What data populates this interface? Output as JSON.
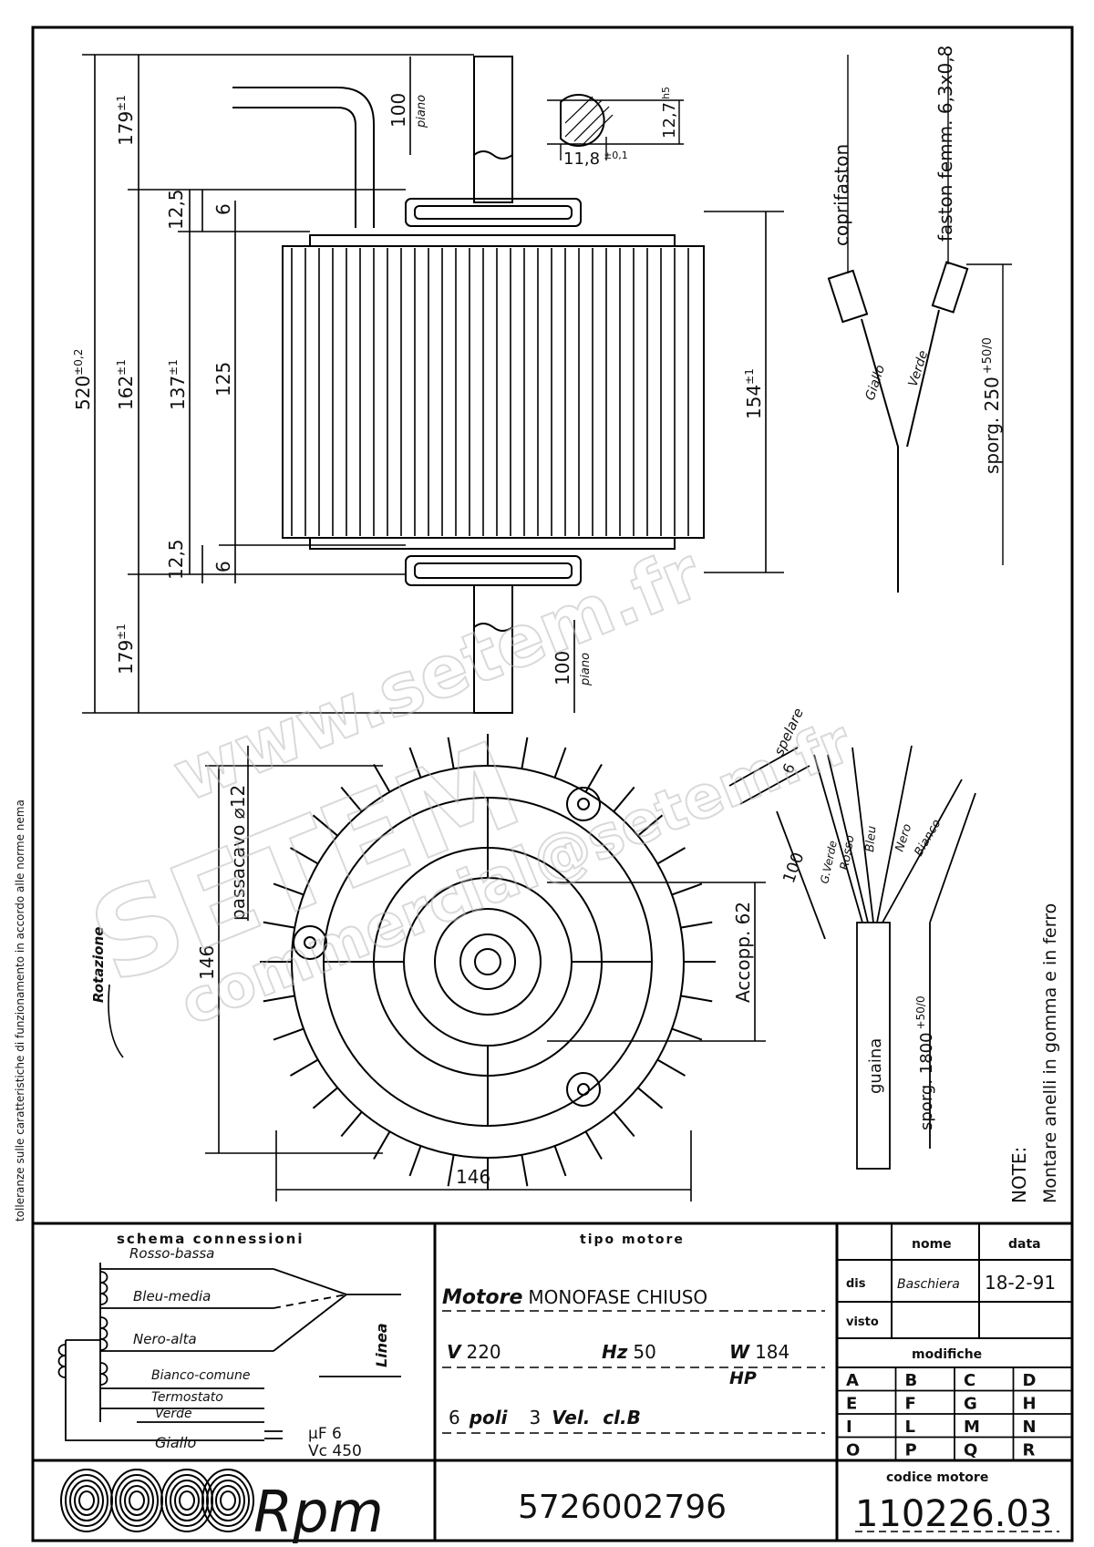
{
  "side_note": "tolleranze sulle caratteristiche di funzionamento in accordo alle norme nema",
  "dimensions": {
    "total_length": "520",
    "total_tol": "±0,2",
    "shaft_top": "179",
    "shaft_top_tol": "±1",
    "shaft_bottom": "179",
    "shaft_bottom_tol": "±1",
    "body": "162",
    "body_tol": "±1",
    "inner": "137",
    "inner_tol": "±1",
    "core": "125",
    "flange_top": "12,5",
    "flange_bottom": "12,5",
    "gap_top": "6",
    "gap_bottom": "6",
    "flat_top": "100",
    "flat_bottom": "100",
    "flat_note": "piano",
    "body_side": "154",
    "body_side_tol": "±1",
    "shaft_diameter": "12,7",
    "shaft_diameter_tol": "h5",
    "flat_width": "11,8",
    "flat_width_tol": "±0,1",
    "front_height": "146",
    "front_width": "146",
    "coupling": "Accopp. 62",
    "cable_gland": "passacavo ⌀12",
    "rotation": "Rotazione",
    "strip_length": "100",
    "strip_short": "6",
    "strip_label": "spelare"
  },
  "connector_detail": {
    "cover": "coprifaston",
    "faston": "faston femm. 6,3x0,8",
    "wire1": "Giallo",
    "wire2": "Verde",
    "protrusion": "sporg. 250",
    "protrusion_tol": "+50/0"
  },
  "lead_detail": {
    "wires": [
      "G.Verde",
      "Rosso",
      "Bleu",
      "Nero",
      "Bianco"
    ],
    "sheath": "guaina",
    "protrusion": "sporg. 1800",
    "protrusion_tol": "+50/0"
  },
  "note": {
    "label": "NOTE:",
    "text": "Montare anelli in gomma e in ferro"
  },
  "schema": {
    "title": "schema connessioni",
    "labels": [
      "Rosso-bassa",
      "Bleu-media",
      "Nero-alta",
      "Bianco-comune",
      "Termostato",
      "Verde",
      "Giallo"
    ],
    "linea": "Linea",
    "capacitor_uf": "µF 6",
    "capacitor_vc": "Vc 450"
  },
  "motor_type": {
    "header": "tipo motore",
    "name_bold": "Motore",
    "name_rest": "MONOFASE CHIUSO",
    "v_label": "V",
    "v_value": "220",
    "hz_label": "Hz",
    "hz_value": "50",
    "w_label": "W",
    "w_value": "184",
    "hp_label": "HP",
    "poles_value": "6",
    "poles_label": "poli",
    "speeds_value": "3",
    "speeds_label": "Vel.",
    "class_label": "cl.B"
  },
  "approvals": {
    "col_name": "nome",
    "col_date": "data",
    "row1_label": "dis",
    "row1_name": "Baschiera",
    "row1_date": "18-2-91",
    "row2_label": "visto"
  },
  "revisions": {
    "header": "modifiche",
    "letters": [
      "A",
      "B",
      "C",
      "D",
      "E",
      "F",
      "G",
      "H",
      "I",
      "L",
      "M",
      "N",
      "O",
      "P",
      "Q",
      "R"
    ]
  },
  "footer": {
    "brand": "Rpm",
    "part_number": "5726002796",
    "code_label": "codice motore",
    "code_value": "110226.03"
  },
  "watermark": {
    "line1": "www.setem.fr",
    "line2": "SETEM",
    "line3": "commercial@setem.fr"
  }
}
